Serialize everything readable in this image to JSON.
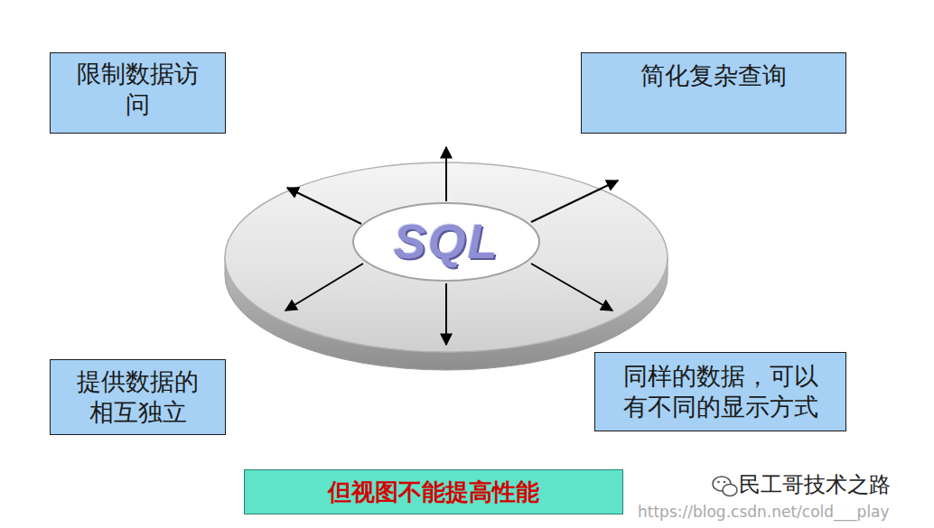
{
  "diagram": {
    "nodes": [
      {
        "text": [
          "限制数据访问"
        ]
      },
      {
        "text": [
          "简化复杂查询"
        ]
      },
      {
        "text": [
          "SQL"
        ]
      },
      {
        "text": [
          "提供数据的相互独立"
        ]
      },
      {
        "text": [
          "同样的数据，可以有不同的显示方式"
        ]
      },
      {
        "text": [
          "但视图不能提高性能"
        ]
      }
    ],
    "labels": [
      "民工哥技术之路",
      "https://blog.csdn.net/cold___play"
    ]
  }
}
